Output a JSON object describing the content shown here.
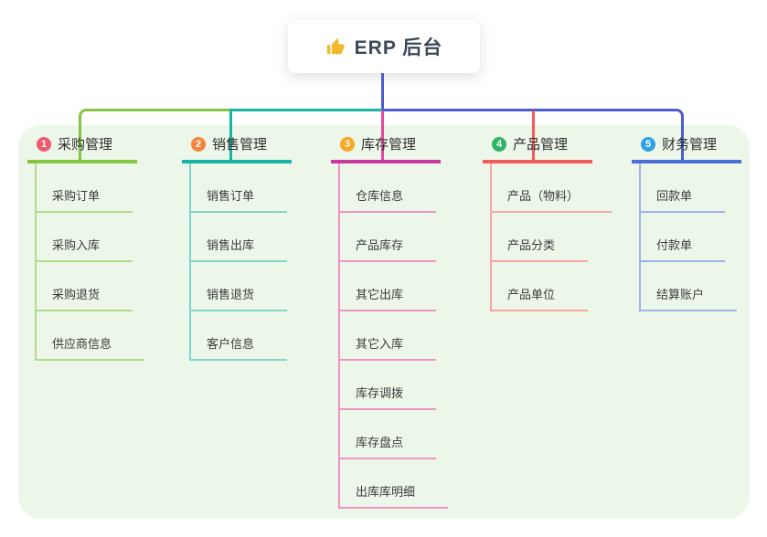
{
  "canvas": {
    "background": "#ffffff",
    "panel_bg": "#edf7e9"
  },
  "root": {
    "icon": "thumbs-up-icon",
    "icon_color": "#f3b82c",
    "label": "ERP 后台"
  },
  "connectors": {
    "root_drop": "#4a5cd1",
    "bar_green": "#85c440",
    "bar_teal": "#17b3a3",
    "bar_blue": "#4a5cd1",
    "drop_magenta": "#e8469e",
    "drop_red": "#f25c5c"
  },
  "branches": [
    {
      "num": "1",
      "label": "采购管理",
      "accent": "#85c440",
      "light": "#b2d98c",
      "circle_color": "#f15a6e",
      "children": [
        "采购订单",
        "采购入库",
        "采购退货",
        "供应商信息"
      ]
    },
    {
      "num": "2",
      "label": "销售管理",
      "accent": "#16b3a6",
      "light": "#7fd6ca",
      "circle_color": "#f8833c",
      "children": [
        "销售订单",
        "销售出库",
        "销售退货",
        "客户信息"
      ]
    },
    {
      "num": "3",
      "label": "库存管理",
      "accent": "#c93a9f",
      "light": "#f193c6",
      "circle_color": "#f9a825",
      "children": [
        "仓库信息",
        "产品库存",
        "其它出库",
        "其它入库",
        "库存调拨",
        "库存盘点",
        "出库库明细"
      ]
    },
    {
      "num": "4",
      "label": "产品管理",
      "accent": "#f15b5b",
      "light": "#f7a6a6",
      "circle_color": "#30b566",
      "children": [
        "产品（物料）",
        "产品分类",
        "产品单位"
      ]
    },
    {
      "num": "5",
      "label": "财务管理",
      "accent": "#4a6fd6",
      "light": "#9db3ea",
      "circle_color": "#2da0e8",
      "children": [
        "回款单",
        "付款单",
        "结算账户"
      ]
    }
  ]
}
